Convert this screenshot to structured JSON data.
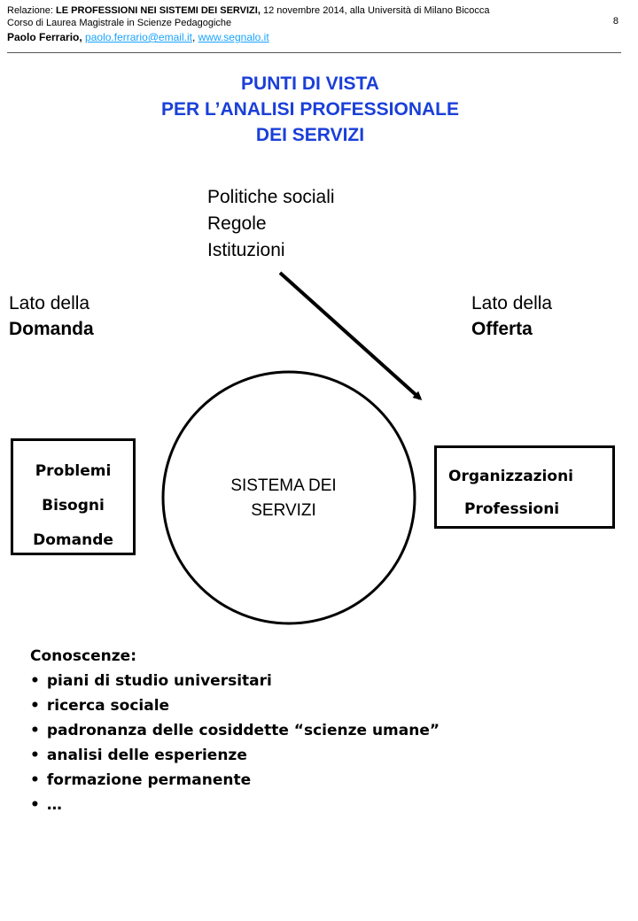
{
  "header": {
    "line1_prefix": "Relazione: ",
    "line1_bold": "LE PROFESSIONI  NEI  SISTEMI DEI  SERVIZI,",
    "line1_rest": "  12 novembre 2014, alla Università di Milano Bicocca",
    "line2": "Corso di Laurea Magistrale in Scienze Pedagogiche",
    "author": "Paolo Ferrario,",
    "email": "paolo.ferrario@email.it",
    "separator": ",",
    "website": "www.segnalo.it",
    "page_number": "8"
  },
  "title": {
    "line1": "PUNTI DI VISTA",
    "line2": "PER L’ANALISI PROFESSIONALE",
    "line3": "DEI SERVIZI"
  },
  "policy": {
    "line1": "Politiche sociali",
    "line2": "Regole",
    "line3": "Istituzioni"
  },
  "left_side": {
    "line1": "Lato della",
    "line2": "Domanda"
  },
  "right_side": {
    "line1": "Lato della",
    "line2": "Offerta"
  },
  "circle": {
    "line1": "SISTEMA DEI",
    "line2": "SERVIZI"
  },
  "left_box": {
    "items": [
      "Problemi",
      "Bisogni",
      "Domande"
    ]
  },
  "right_box": {
    "items": [
      "Organizzazioni",
      "Professioni"
    ]
  },
  "knowledge": {
    "heading": "Conoscenze:",
    "items": [
      "piani di studio universitari",
      "ricerca sociale",
      "padronanza delle cosiddette “scienze umane”",
      "analisi delle esperienze",
      "formazione permanente",
      "…"
    ]
  },
  "colors": {
    "title": "#1a3fd9",
    "link": "#1aa3ff"
  }
}
